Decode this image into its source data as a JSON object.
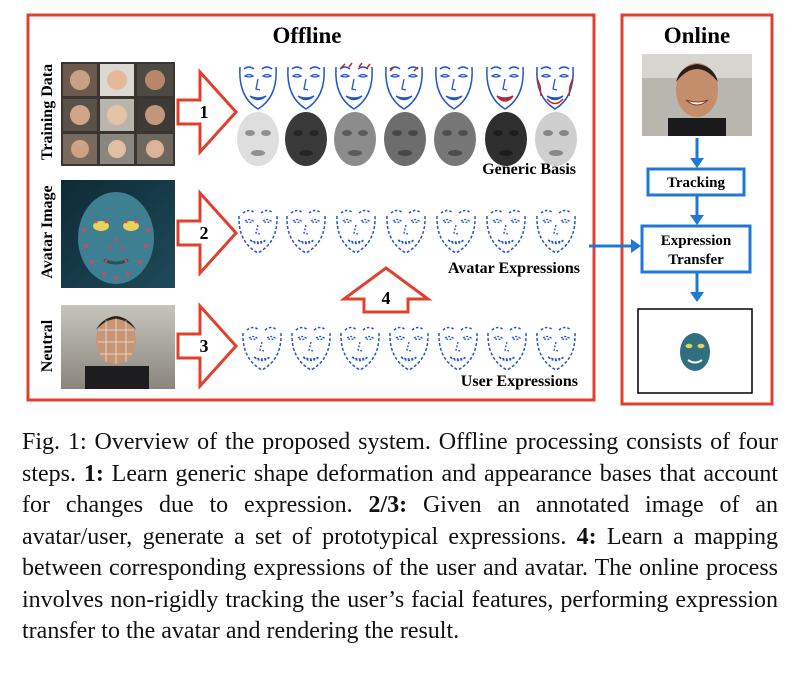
{
  "figure": {
    "offline_title": "Offline",
    "online_title": "Online",
    "row_labels": [
      "Training Data",
      "Avatar Image",
      "Neutral"
    ],
    "step_numbers": [
      "1",
      "2",
      "3",
      "4"
    ],
    "group_labels": {
      "generic": "Generic Basis",
      "avatar": "Avatar Expressions",
      "user": "User Expressions"
    },
    "online_boxes": {
      "tracking": "Tracking",
      "transfer_line1": "Expression",
      "transfer_line2": "Transfer"
    },
    "colors": {
      "frame_red": "#e0402e",
      "arrow_blue": "#1f78d6",
      "face_blue": "#2255cc",
      "face_red": "#cc2222",
      "avatar_teal": "#2f6f80"
    }
  },
  "caption": {
    "prefix": "Fig. 1: Overview of the proposed system. Offline processing consists of four steps. ",
    "s1_label": "1:",
    "s1_text": " Learn generic shape deformation and appearance bases that account for changes due to expression. ",
    "s23_label": "2/3:",
    "s23_text": " Given an annotated image of an avatar/user, generate a set of prototypical expressions. ",
    "s4_label": "4:",
    "s4_text": " Learn a mapping between corresponding expressions of the user and avatar. The online process involves non-rigidly tracking the user’s facial features, performing expression transfer to the avatar and rendering the result."
  }
}
